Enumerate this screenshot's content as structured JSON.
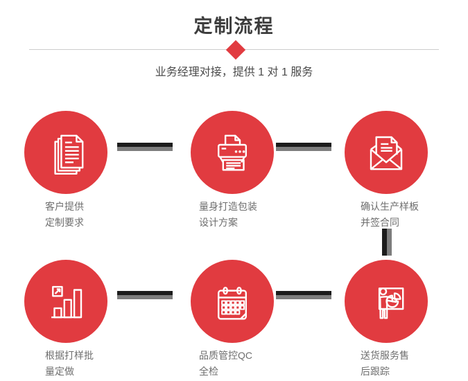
{
  "page": {
    "title": "定制流程",
    "subtitle": "业务经理对接，提供 1 对 1 服务"
  },
  "colors": {
    "accent_red": "#e13b40",
    "title_text": "#3d3d3d",
    "subtitle_text": "#4a4a4a",
    "label_text": "#6e6e6e",
    "connector_dark": "#1c1c1c",
    "connector_gray": "#7d7d7d",
    "divider_line": "#cccccc",
    "icon_stroke": "#ffffff"
  },
  "steps": [
    {
      "icon": "documents-icon",
      "lines": [
        "客户提供",
        "定制要求"
      ]
    },
    {
      "icon": "printer-icon",
      "lines": [
        "量身打造包装",
        "设计方案"
      ]
    },
    {
      "icon": "envelope-icon",
      "lines": [
        "确认生产样板",
        "并签合同"
      ]
    },
    {
      "icon": "bar-chart-icon",
      "lines": [
        "根据打样批",
        "量定做"
      ]
    },
    {
      "icon": "calendar-icon",
      "lines": [
        "品质管控QC",
        "全检"
      ]
    },
    {
      "icon": "presentation-icon",
      "lines": [
        "送货服务售",
        "后跟踪"
      ]
    }
  ]
}
